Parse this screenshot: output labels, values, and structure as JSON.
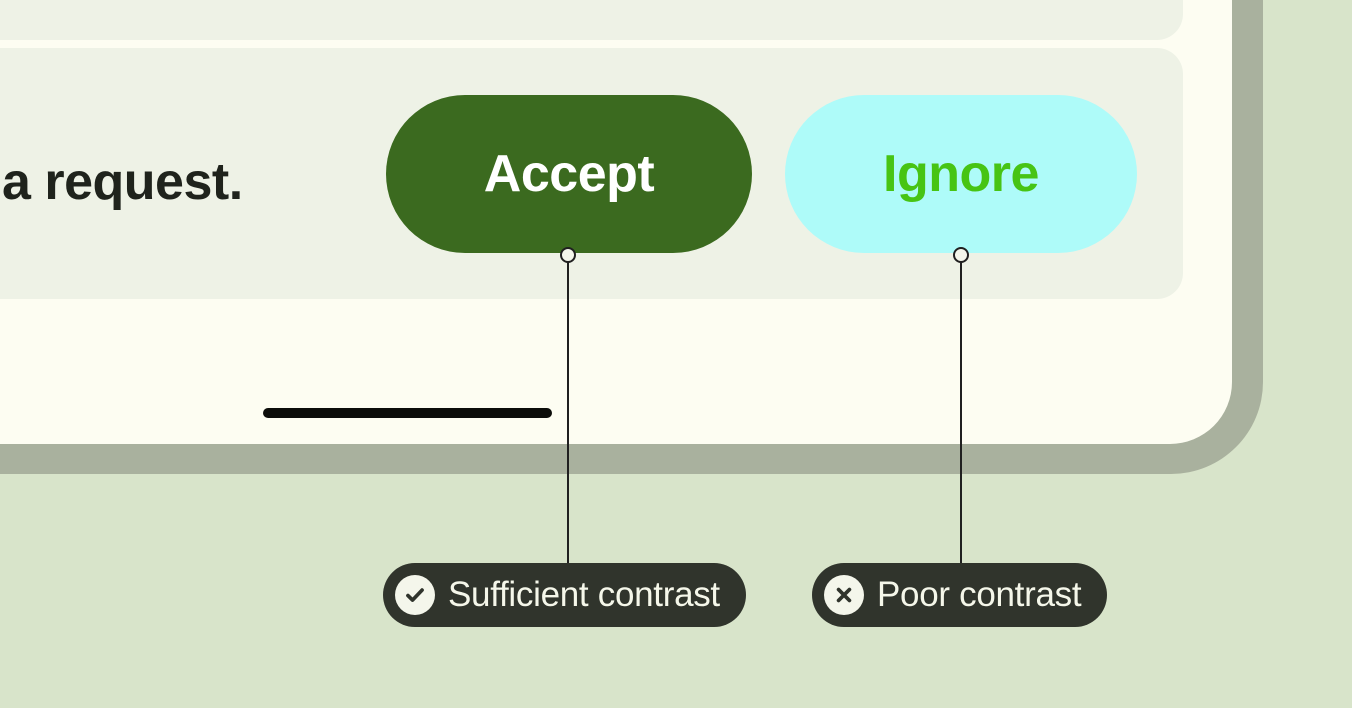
{
  "figure": {
    "description": "Contrast guideline illustration: zoomed phone UI with two pill buttons and contrast annotations"
  },
  "phone": {
    "message_text": "a request.",
    "buttons": [
      {
        "label": "Accept"
      },
      {
        "label": "Ignore"
      }
    ]
  },
  "annotations": [
    {
      "label": "Sufficient contrast",
      "icon": "check-icon"
    },
    {
      "label": "Poor contrast",
      "icon": "x-icon"
    }
  ],
  "colors": {
    "page_background": "#d8e4ca",
    "phone_screen": "#fdfdf2",
    "phone_edge": "#a9b19e",
    "message_panel": "#eef2e6",
    "accept_background": "#3b6a1f",
    "accept_text": "#ffffff",
    "ignore_background": "#aefbf9",
    "ignore_text": "#47c414",
    "annotation_background": "#30342c",
    "annotation_text": "#f5f7ea",
    "leader_line": "#202020",
    "message_text": "#1f231c",
    "home_indicator": "#0c0d0a"
  }
}
